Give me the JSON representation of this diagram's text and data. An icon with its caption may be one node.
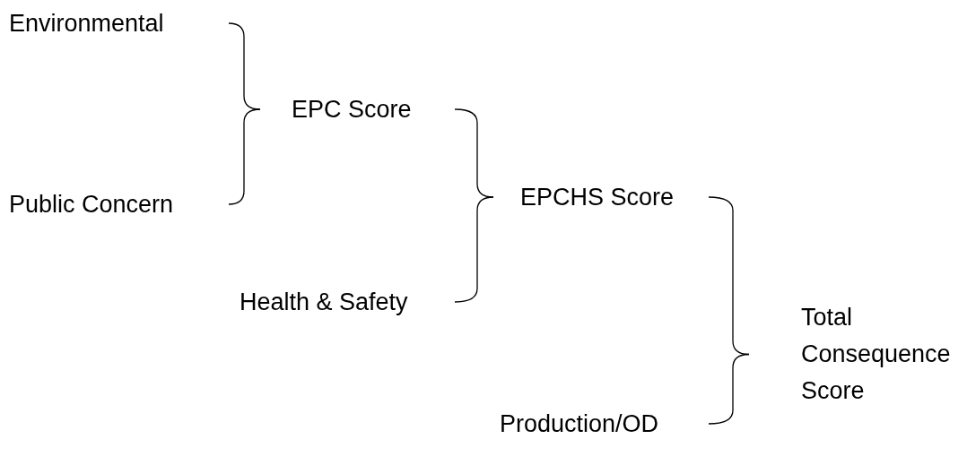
{
  "diagram": {
    "nodes": [
      {
        "text": [
          "Environmental"
        ]
      },
      {
        "text": [
          "Public Concern"
        ]
      },
      {
        "text": [
          "EPC Score"
        ]
      },
      {
        "text": [
          "Health & Safety"
        ]
      },
      {
        "text": [
          "EPCHS Score"
        ]
      },
      {
        "text": [
          "Production/OD"
        ]
      },
      {
        "text": [
          "Total Consequence Score"
        ]
      }
    ],
    "edges": [
      {
        "from": 0,
        "to": 2,
        "arrow": "none"
      },
      {
        "from": 1,
        "to": 2,
        "arrow": "none"
      },
      {
        "from": 2,
        "to": 4,
        "arrow": "none"
      },
      {
        "from": 3,
        "to": 4,
        "arrow": "none"
      },
      {
        "from": 4,
        "to": 6,
        "arrow": "none"
      },
      {
        "from": 5,
        "to": 6,
        "arrow": "none"
      }
    ]
  }
}
